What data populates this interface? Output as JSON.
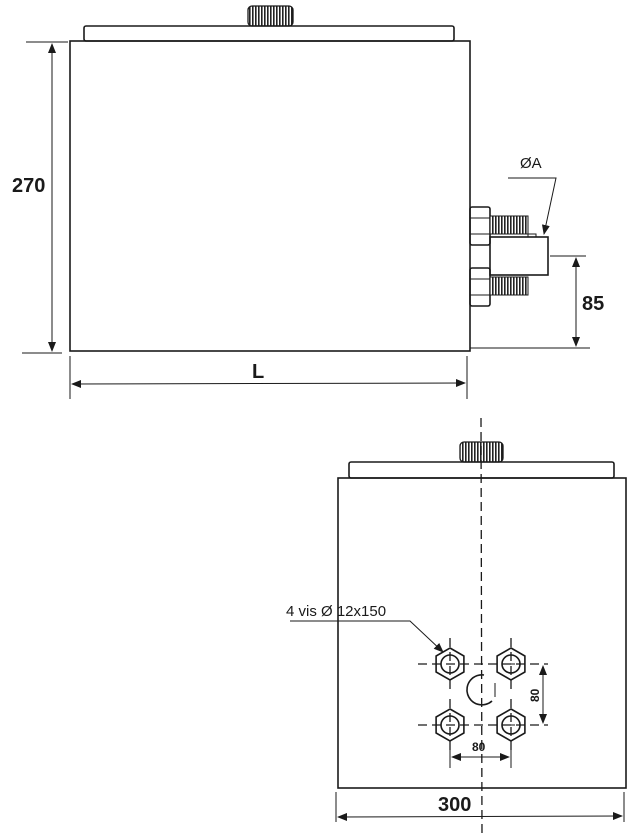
{
  "side_view": {
    "height_label": "270",
    "length_label": "L",
    "diameter_label": "ØA",
    "terminal_height_label": "85"
  },
  "front_view": {
    "screw_note": "4 vis Ø 12x150",
    "vertical_spacing_label": "80",
    "horizontal_spacing_label": "80",
    "width_label": "300"
  }
}
